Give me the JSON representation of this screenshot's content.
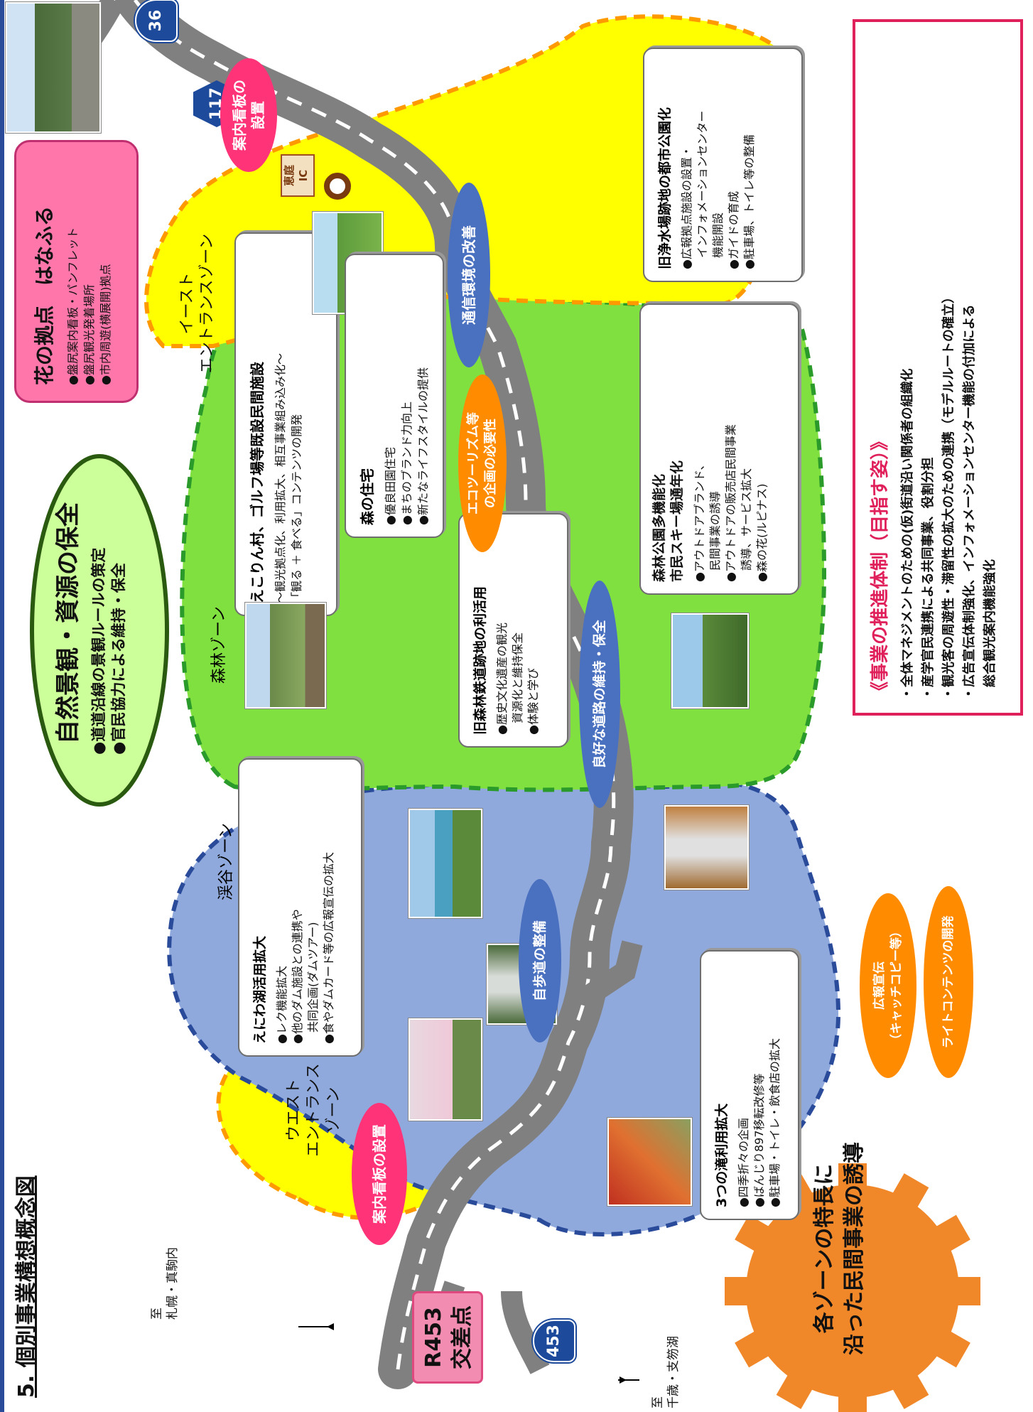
{
  "page_title": "5. 個別事業構想概念図",
  "colors": {
    "yellow_zone": "#ffff00",
    "green_zone": "#80e040",
    "blue_zone": "#8fa9dc",
    "road": "#808080",
    "pink": "#ff3377",
    "ellipse_blue": "#4a70c0",
    "orange": "#ff8c00",
    "border_blue": "#2a4a9a"
  },
  "routes": {
    "r36": "36",
    "r117": "117",
    "r453": "453",
    "ic": "恵庭\nIC"
  },
  "directions": {
    "north": "至\n札幌・真駒内",
    "south": "至\n千歳・支笏湖"
  },
  "junction": "R453\n交差点",
  "hanafuru": {
    "title": "花の拠点　はなふる",
    "items": "●盤尻案内看板・パンフレット\n●盤尻観光発着場所\n●市内周遊(横展開)拠点"
  },
  "nature": {
    "title": "自然景観・資源の保全",
    "items": "●道道沿線の景観ルールの策定\n●官民協力による維持・保全"
  },
  "east_zone": "イースト\nエントランスゾーン",
  "west_zone": "ウエスト\nエントランス\nゾーン",
  "forest_zone": "森林ゾーン",
  "valley_zone": "渓谷ゾーン",
  "ecorin": {
    "title": "えこりん村、ゴルフ場等既設民間施設",
    "items": "～観光拠点化、利用拡大、相互事業組み込み化～\n「観る ＋ 食べる」コンテンツの開発"
  },
  "mori_house": {
    "title": "森の住宅",
    "items": "●優良田園住宅\n●まちのブランド力向上\n●新たなライフスタイルの提供"
  },
  "railway": {
    "title": "旧森林鉄道跡地の利活用",
    "items": "●歴史文化遺産の観光\n　資源化と維持保全\n●体験と学び"
  },
  "forest_park": {
    "title": "森林公園多機能化\n市民スキー場通年化",
    "items": "●アウトドアブランド、\n　民間事業の誘導\n●アウトドアの販売店民間事業\n　誘導、サービス拡大\n●森の花(ルピナス)"
  },
  "water_site": {
    "title": "旧浄水場跡地の都市公園化",
    "items": "●広報拠点施設の設置・\n　インフォメーションセンター\n　機能開設\n●ガイドの育成\n●駐車場、トイレ等の整備"
  },
  "enikawa": {
    "title": "えにわ湖活用拡大",
    "items": "●レク機能拡大\n●他のダム施設との連携や\n　共同企画(ダムツアー)\n●食やダムカード等の広報宣伝の拡大"
  },
  "falls": {
    "title": "3つの滝利用拡大",
    "items": "●四季折々の企画\n●ばんじり897移転改修等\n●駐車場・トイレ・飲食店の拡大"
  },
  "pills": {
    "sign_top": "案内看板の\n設置",
    "sign_bottom": "案内看板の設置",
    "comm": "通信環境の改善",
    "road_maint": "良好な道路の維持・保全",
    "walk": "自歩道の整備",
    "eco": "エコツーリズム等\nの企画の必要性",
    "pr": "広報宣伝\n（キャッチコピー等）",
    "light": "ライトコンテンツの開発"
  },
  "gear_text": "各ゾーンの特長に\n沿った民間事業の誘導",
  "promo": {
    "title": "《事業の推進体制（目指す姿）》",
    "items": "・全体マネジメントのための(仮)街道沿い関係者の組織化\n・産学官民連携による共同事業、役割分担\n・観光客の周遊性・滞留性の拡大のための連携（モデルルートの確立）\n・広告宣伝体制強化、インフォメーションセンター機能の付加による\n　総合観光案内機能強化"
  }
}
